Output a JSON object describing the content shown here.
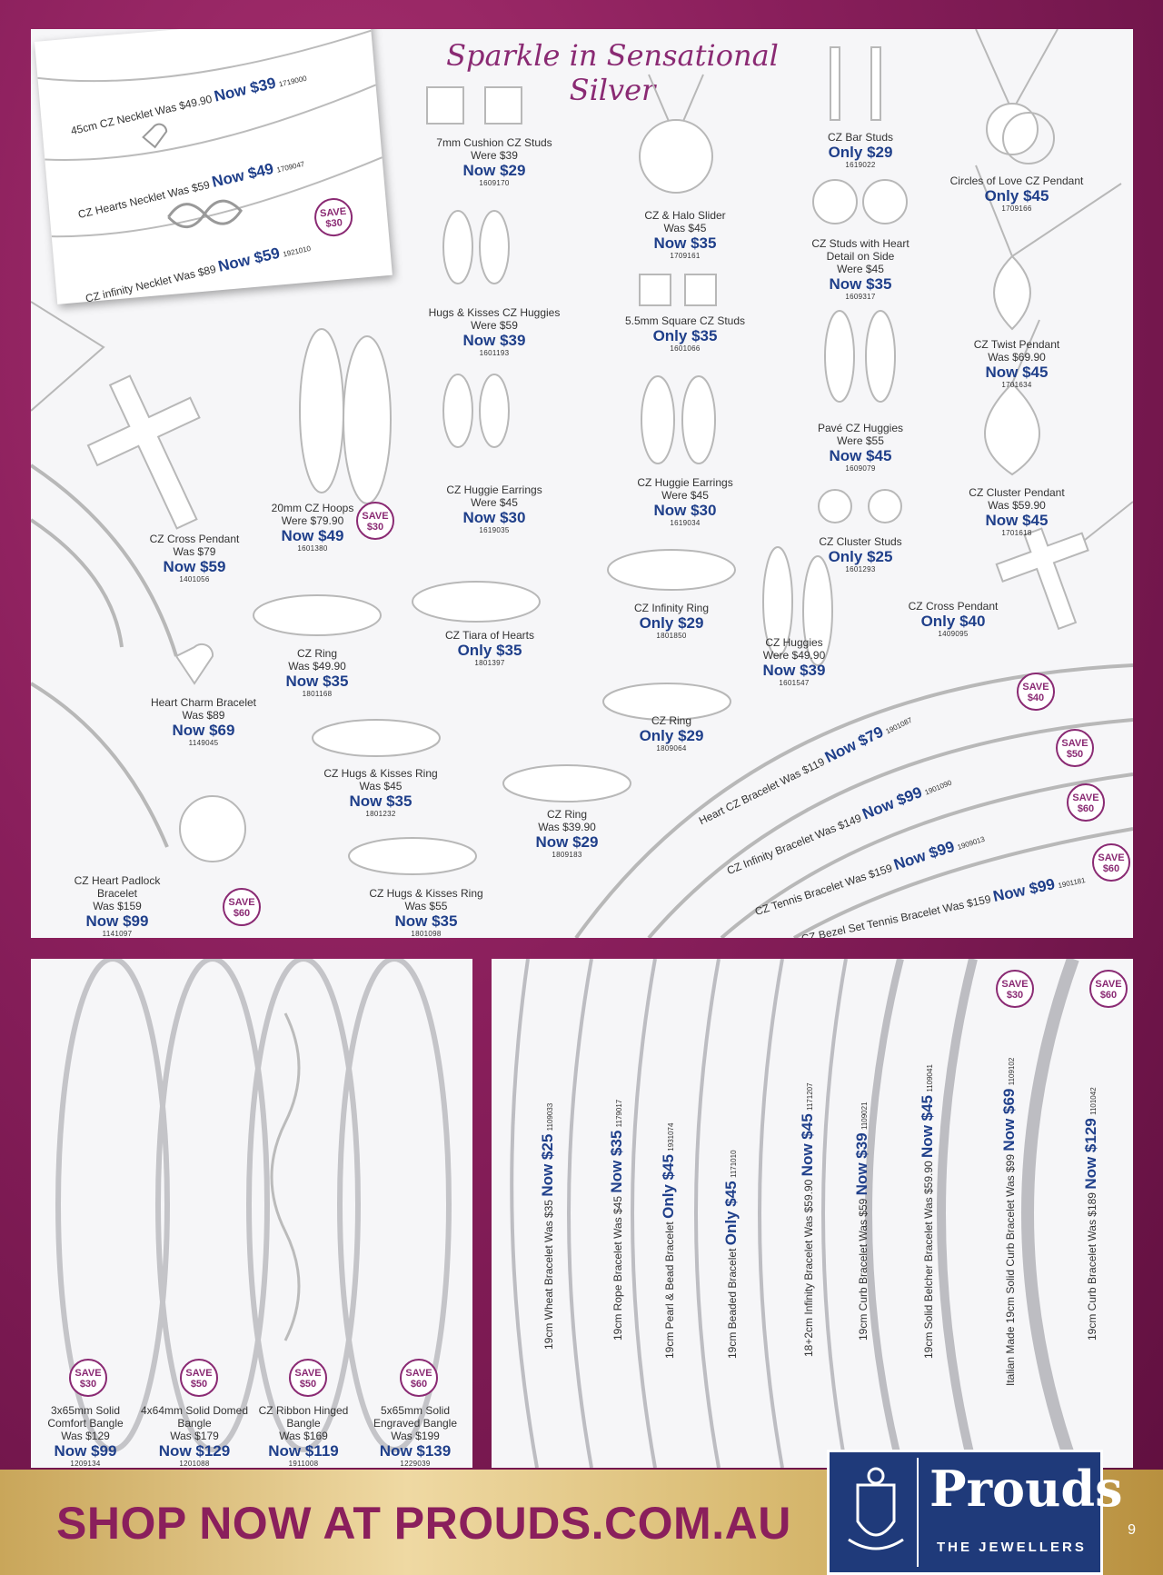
{
  "headline": "Sparkle in Sensational Silver",
  "necklace_card": [
    {
      "name": "45cm CZ Necklet",
      "was": "Was $49.90",
      "now": "Now $39",
      "code": "1719000"
    },
    {
      "name": "CZ Hearts Necklet",
      "was": "Was $59",
      "now": "Now $49",
      "code": "1709047"
    },
    {
      "name": "CZ infinity Necklet",
      "was": "Was $89",
      "now": "Now $59",
      "code": "1921010"
    }
  ],
  "card_save": {
    "label": "SAVE",
    "amount": "$30"
  },
  "products": [
    {
      "id": "cushion-studs",
      "name": "7mm Cushion CZ Studs",
      "was": "Were $39",
      "now": "Now $29",
      "code": "1609170"
    },
    {
      "id": "hugs-huggies",
      "name": "Hugs & Kisses CZ Huggies",
      "was": "Were $59",
      "now": "Now $39",
      "code": "1601193"
    },
    {
      "id": "huggie-earrings-1",
      "name": "CZ Huggie Earrings",
      "was": "Were $45",
      "now": "Now $30",
      "code": "1619035"
    },
    {
      "id": "halo-slider",
      "name": "CZ & Halo Slider",
      "was": "Was $45",
      "now": "Now $35",
      "code": "1709161"
    },
    {
      "id": "square-studs",
      "name": "5.5mm Square CZ Studs",
      "was": "",
      "now": "Only $35",
      "code": "1601066"
    },
    {
      "id": "huggie-earrings-2",
      "name": "CZ Huggie Earrings",
      "was": "Were $45",
      "now": "Now $30",
      "code": "1619034"
    },
    {
      "id": "bar-studs",
      "name": "CZ Bar Studs",
      "was": "",
      "now": "Only $29",
      "code": "1619022"
    },
    {
      "id": "heart-studs",
      "name": "CZ Studs with Heart Detail on Side",
      "was": "Were $45",
      "now": "Now $35",
      "code": "1609317"
    },
    {
      "id": "pave-huggies",
      "name": "Pavé CZ Huggies",
      "was": "Were $55",
      "now": "Now $45",
      "code": "1609079"
    },
    {
      "id": "cluster-studs",
      "name": "CZ Cluster Studs",
      "was": "",
      "now": "Only $25",
      "code": "1601293"
    },
    {
      "id": "circles-pendant",
      "name": "Circles of Love CZ Pendant",
      "was": "",
      "now": "Only $45",
      "code": "1709166"
    },
    {
      "id": "twist-pendant",
      "name": "CZ Twist Pendant",
      "was": "Was $69.90",
      "now": "Now $45",
      "code": "1701634"
    },
    {
      "id": "cluster-pendant",
      "name": "CZ Cluster Pendant",
      "was": "Was $59.90",
      "now": "Now $45",
      "code": "1701618"
    },
    {
      "id": "cross-pendant-2",
      "name": "CZ Cross Pendant",
      "was": "",
      "now": "Only $40",
      "code": "1409095"
    },
    {
      "id": "cross-pendant-1",
      "name": "CZ Cross Pendant",
      "was": "Was $79",
      "now": "Now $59",
      "code": "1401056"
    },
    {
      "id": "hoops",
      "name": "20mm CZ Hoops",
      "was": "Were $79.90",
      "now": "Now $49",
      "code": "1601380"
    },
    {
      "id": "cz-ring-1",
      "name": "CZ Ring",
      "was": "Was $49.90",
      "now": "Now $35",
      "code": "1801168"
    },
    {
      "id": "tiara-ring",
      "name": "CZ Tiara of Hearts",
      "was": "",
      "now": "Only $35",
      "code": "1801397"
    },
    {
      "id": "infinity-ring",
      "name": "CZ Infinity Ring",
      "was": "",
      "now": "Only $29",
      "code": "1801850"
    },
    {
      "id": "cz-huggies",
      "name": "CZ Huggies",
      "was": "Were $49.90",
      "now": "Now $39",
      "code": "1601547"
    },
    {
      "id": "cz-ring-2",
      "name": "CZ Ring",
      "was": "",
      "now": "Only $29",
      "code": "1809064"
    },
    {
      "id": "heart-charm",
      "name": "Heart Charm Bracelet",
      "was": "Was $89",
      "now": "Now $69",
      "code": "1149045"
    },
    {
      "id": "hugs-ring-1",
      "name": "CZ Hugs & Kisses Ring",
      "was": "Was $45",
      "now": "Now $35",
      "code": "1801232"
    },
    {
      "id": "cz-ring-3",
      "name": "CZ Ring",
      "was": "Was $39.90",
      "now": "Now $29",
      "code": "1809183"
    },
    {
      "id": "hugs-ring-2",
      "name": "CZ Hugs & Kisses Ring",
      "was": "Was $55",
      "now": "Now $35",
      "code": "1801098"
    },
    {
      "id": "padlock",
      "name": "CZ Heart Padlock Bracelet",
      "was": "Was $159",
      "now": "Now $99",
      "code": "1141097"
    }
  ],
  "saves_top": [
    {
      "id": "hoops",
      "label": "SAVE",
      "amount": "$30"
    },
    {
      "id": "padlock",
      "label": "SAVE",
      "amount": "$60"
    },
    {
      "id": "heart-bracelet",
      "label": "SAVE",
      "amount": "$40"
    },
    {
      "id": "infinity-bracelet",
      "label": "SAVE",
      "amount": "$50"
    },
    {
      "id": "tennis-bracelet",
      "label": "SAVE",
      "amount": "$60"
    },
    {
      "id": "bezel-bracelet",
      "label": "SAVE",
      "amount": "$60"
    }
  ],
  "diagonal_bracelets": [
    {
      "name": "Heart CZ Bracelet",
      "was": "Was $119",
      "now": "Now $79",
      "code": "1901087"
    },
    {
      "name": "CZ Infinity Bracelet",
      "was": "Was $149",
      "now": "Now $99",
      "code": "1901090"
    },
    {
      "name": "CZ Tennis Bracelet",
      "was": "Was $159",
      "now": "Now $99",
      "code": "1909013"
    },
    {
      "name": "CZ Bezel Set Tennis Bracelet",
      "was": "Was $159",
      "now": "Now $99",
      "code": "1901181"
    }
  ],
  "bangles": [
    {
      "name": "3x65mm Solid Comfort Bangle",
      "was": "Was $129",
      "now": "Now $99",
      "code": "1209134",
      "save": "$30"
    },
    {
      "name": "4x64mm Solid Domed Bangle",
      "was": "Was $179",
      "now": "Now $129",
      "code": "1201088",
      "save": "$50"
    },
    {
      "name": "CZ Ribbon Hinged Bangle",
      "was": "Was $169",
      "now": "Now $119",
      "code": "1911008",
      "save": "$50"
    },
    {
      "name": "5x65mm Solid Engraved Bangle",
      "was": "Was $199",
      "now": "Now $139",
      "code": "1229039",
      "save": "$60"
    }
  ],
  "chain_bracelets": [
    {
      "name": "19cm Wheat Bracelet",
      "was": "Was $35",
      "now": "Now $25",
      "code": "1109033"
    },
    {
      "name": "19cm Rope Bracelet",
      "was": "Was $45",
      "now": "Now $35",
      "code": "1179017"
    },
    {
      "name": "19cm Pearl & Bead Bracelet",
      "was": "",
      "now": "Only $45",
      "code": "1931074"
    },
    {
      "name": "19cm Beaded Bracelet",
      "was": "",
      "now": "Only $45",
      "code": "1171010"
    },
    {
      "name": "18+2cm Infinity Bracelet",
      "was": "Was $59.90",
      "now": "Now $45",
      "code": "1171207"
    },
    {
      "name": "19cm Curb Bracelet",
      "was": "Was $59",
      "now": "Now $39",
      "code": "1109021"
    },
    {
      "name": "19cm Solid Belcher Bracelet",
      "was": "Was $59.90",
      "now": "Now $45",
      "code": "1109041"
    },
    {
      "name": "Italian Made 19cm Solid Curb Bracelet",
      "was": "Was $99",
      "now": "Now $69",
      "code": "1109102"
    },
    {
      "name": "19cm Curb Bracelet",
      "was": "Was $189",
      "now": "Now $129",
      "code": "1101042"
    }
  ],
  "saves_chains": [
    {
      "label": "SAVE",
      "amount": "$30"
    },
    {
      "label": "SAVE",
      "amount": "$60"
    }
  ],
  "footer": {
    "cta": "SHOP NOW AT PROUDS.COM.AU",
    "brand": "Prouds",
    "brand_sub": "THE JEWELLERS",
    "page_number": "9"
  },
  "colors": {
    "accent": "#8a2a73",
    "price": "#1f3f8a",
    "background": "#8a1f5c",
    "footer_gold": "#d9bb72"
  }
}
